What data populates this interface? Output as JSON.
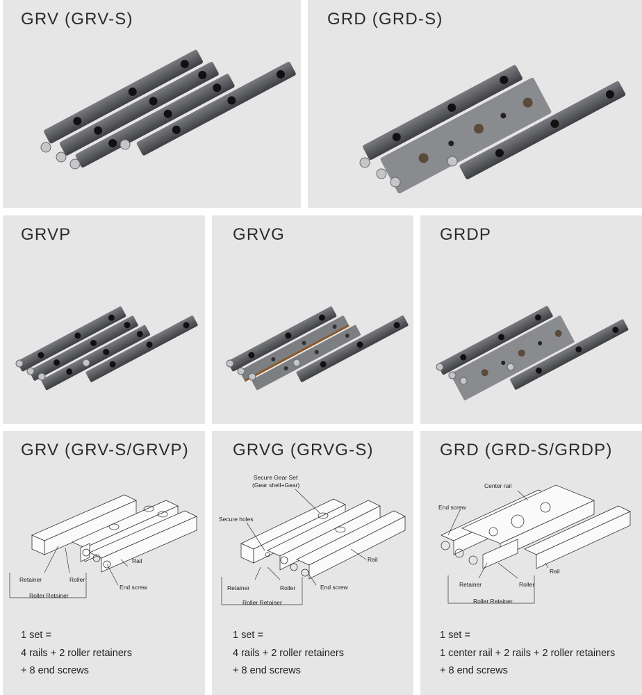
{
  "panels": {
    "grv": {
      "title": "GRV (GRV-S)"
    },
    "grd": {
      "title": "GRD (GRD-S)"
    },
    "grvp": {
      "title": "GRVP"
    },
    "grvg": {
      "title": "GRVG"
    },
    "grdp": {
      "title": "GRDP"
    }
  },
  "diagrams": {
    "grv": {
      "title": "GRV (GRV-S/GRVP)",
      "labels": {
        "retainer": "Retainer",
        "roller": "Roller",
        "roller_retainer": "Roller Retainer",
        "end_screw": "End screw",
        "rail": "Rail"
      },
      "set_lines": [
        "1 set =",
        "4 rails + 2 roller retainers",
        "+ 8 end screws"
      ]
    },
    "grvg": {
      "title": "GRVG (GRVG-S)",
      "labels": {
        "secure_gear_set": "Secure Gear Set",
        "gear_detail": "(Gear shell+Gear)",
        "secure_holes": "Secure holes",
        "retainer": "Retainer",
        "roller": "Roller",
        "roller_retainer": "Roller Retainer",
        "end_screw": "End screw",
        "rail": "Rail"
      },
      "set_lines": [
        "1 set =",
        "4 rails + 2 roller retainers",
        "+ 8 end screws"
      ]
    },
    "grd": {
      "title": "GRD (GRD-S/GRDP)",
      "labels": {
        "center_rail": "Center rail",
        "end_screw": "End screw",
        "retainer": "Retainer",
        "roller": "Roller",
        "roller_retainer": "Roller Retainer",
        "rail": "Rail"
      },
      "set_lines": [
        "1 set =",
        "1 center rail + 2 rails + 2 roller retainers",
        "+ 8 end screws"
      ]
    }
  },
  "colors": {
    "panel_bg": "#e6e6e6",
    "rail_dark": "#4a4b4f",
    "rail_top": "#6d6e72",
    "steel": "#b9bbbe",
    "line": "#333333"
  }
}
